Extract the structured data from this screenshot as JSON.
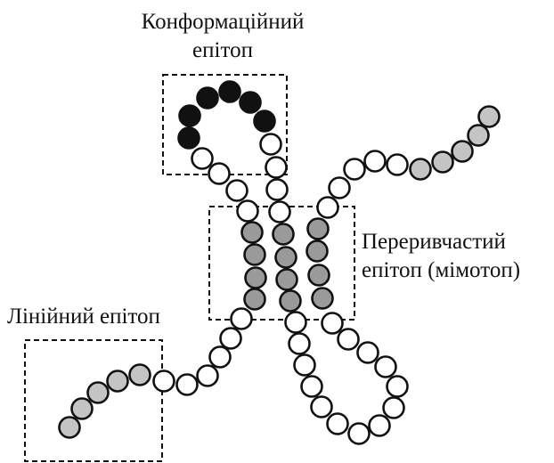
{
  "labels": {
    "conformational_line1": "Конформаційний",
    "conformational_line2": "епітоп",
    "discontinuous_line1": "Переривчастий",
    "discontinuous_line2": "епітоп (мімотоп)",
    "linear": "Лінійний епітоп"
  },
  "colors": {
    "dark_bead": "#111111",
    "gray_bead": "#9a9a9a",
    "light_gray_bead": "#c4c4c4",
    "empty_bead": "#ffffff",
    "outline": "#111111"
  }
}
